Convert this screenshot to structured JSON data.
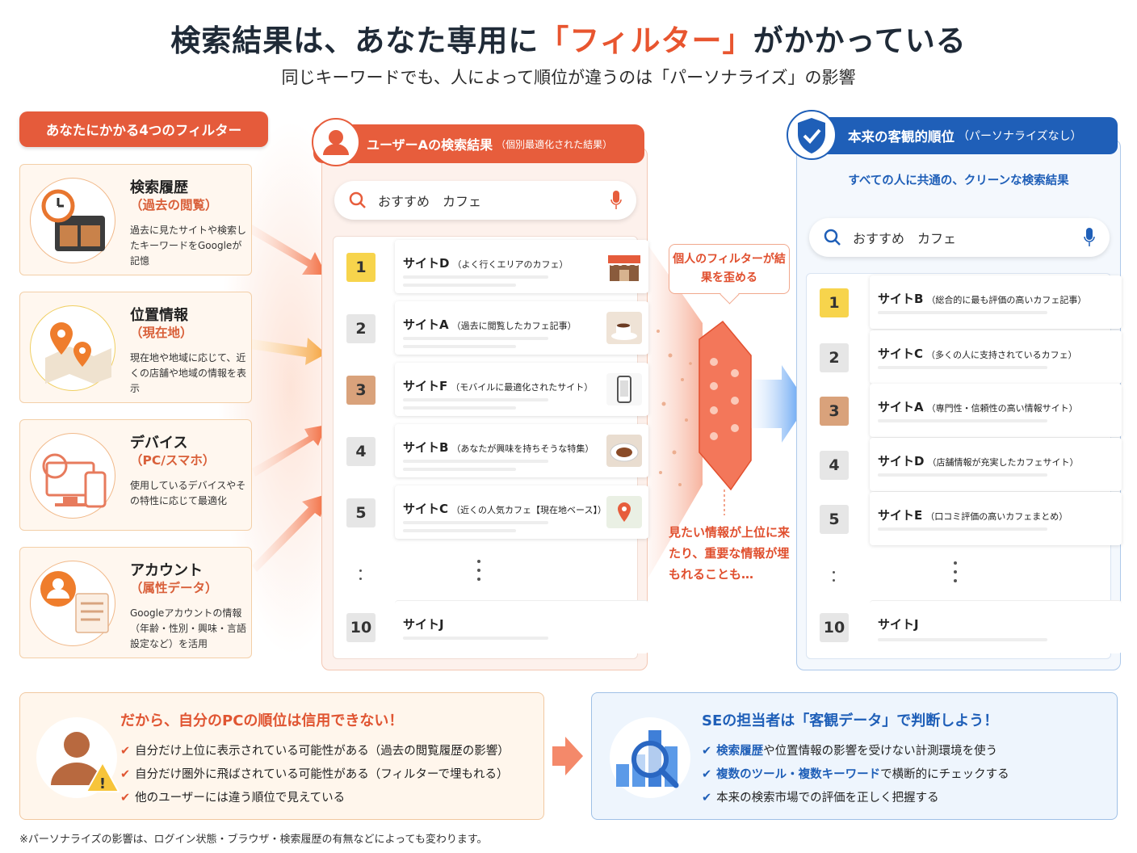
{
  "header": {
    "title_pre": "検索結果は、あなた専用に",
    "title_hl": "「フィルター」",
    "title_post": "がかかっている",
    "subtitle": "同じキーワードでも、人によって順位が違うのは「パーソナライズ」の影響"
  },
  "filters": {
    "heading": "あなたにかかる4つのフィルター",
    "items": [
      {
        "icon": "browser-history-icon",
        "title": "検索履歴",
        "sub": "（過去の閲覧）",
        "desc": "過去に見たサイトや検索したキーワードをGoogleが記憶"
      },
      {
        "icon": "map-pin-icon",
        "title": "位置情報",
        "sub": "（現在地）",
        "desc": "現在地や地域に応じて、近くの店舗や地域の情報を表示"
      },
      {
        "icon": "devices-icon",
        "title": "デバイス",
        "sub": "（PC/スマホ）",
        "desc": "使用しているデバイスやその特性に応じて最適化"
      },
      {
        "icon": "user-profile-icon",
        "title": "アカウント",
        "sub": "（属性データ）",
        "desc": "Googleアカウントの情報（年齢・性別・興味・言語設定など）を活用"
      }
    ]
  },
  "userA": {
    "title": "ユーザーAの検索結果",
    "title_note": "（個別最適化された結果）",
    "query": "おすすめ　カフェ",
    "results": [
      {
        "rank": "1",
        "site": "サイトD",
        "note": "（よく行くエリアのカフェ）",
        "icon": "storefront-icon"
      },
      {
        "rank": "2",
        "site": "サイトA",
        "note": "（過去に閲覧したカフェ記事）",
        "icon": "coffee-cup-icon"
      },
      {
        "rank": "3",
        "site": "サイトF",
        "note": "（モバイルに最適化されたサイト）",
        "icon": "smartphone-icon"
      },
      {
        "rank": "4",
        "site": "サイトB",
        "note": "（あなたが興味を持ちそうな特集）",
        "icon": "food-plate-icon"
      },
      {
        "rank": "5",
        "site": "サイトC",
        "note": "（近くの人気カフェ【現在地ベース】）",
        "icon": "map-icon"
      }
    ],
    "last": {
      "rank": "10",
      "site": "サイトJ"
    }
  },
  "filter_bubble": "個人のフィルターが結果を歪める",
  "warning": "見たい情報が上位に来たり、重要な情報が埋もれることも…",
  "objective": {
    "title": "本来の客観的順位",
    "title_note": "（パーソナライズなし）",
    "subtitle": "すべての人に共通の、クリーンな検索結果",
    "query": "おすすめ　カフェ",
    "results": [
      {
        "rank": "1",
        "site": "サイトB",
        "note": "（総合的に最も評価の高いカフェ記事）"
      },
      {
        "rank": "2",
        "site": "サイトC",
        "note": "（多くの人に支持されているカフェ）"
      },
      {
        "rank": "3",
        "site": "サイトA",
        "note": "（専門性・信頼性の高い情報サイト）"
      },
      {
        "rank": "4",
        "site": "サイトD",
        "note": "（店舗情報が充実したカフェサイト）"
      },
      {
        "rank": "5",
        "site": "サイトE",
        "note": "（口コミ評価の高いカフェまとめ）"
      }
    ],
    "last": {
      "rank": "10",
      "site": "サイトJ"
    }
  },
  "bottom_left": {
    "heading": "だから、自分のPCの順位は信用できない！",
    "items": [
      "自分だけ上位に表示されている可能性がある（過去の閲覧履歴の影響）",
      "自分だけ圏外に飛ばされている可能性がある（フィルターで埋もれる）",
      "他のユーザーには違う順位で見えている"
    ]
  },
  "bottom_right": {
    "heading": "SEの担当者は「客観データ」で判断しよう！",
    "items": [
      {
        "em": "検索履歴",
        "rest": "や位置情報の影響を受けない計測環境を使う"
      },
      {
        "em": "複数のツール・複数キーワード",
        "rest": "で横断的にチェックする"
      },
      {
        "em": "",
        "rest": "本来の検索市場での評価を正しく把握する"
      }
    ]
  },
  "footnote": "※パーソナライズの影響は、ログイン状態・ブラウザ・検索履歴の有無などによっても変わります。",
  "colors": {
    "accent_orange": "#e75d3c",
    "accent_blue": "#1f5fb8",
    "gold": "#f7d44c",
    "bronze": "#d9a27b"
  }
}
